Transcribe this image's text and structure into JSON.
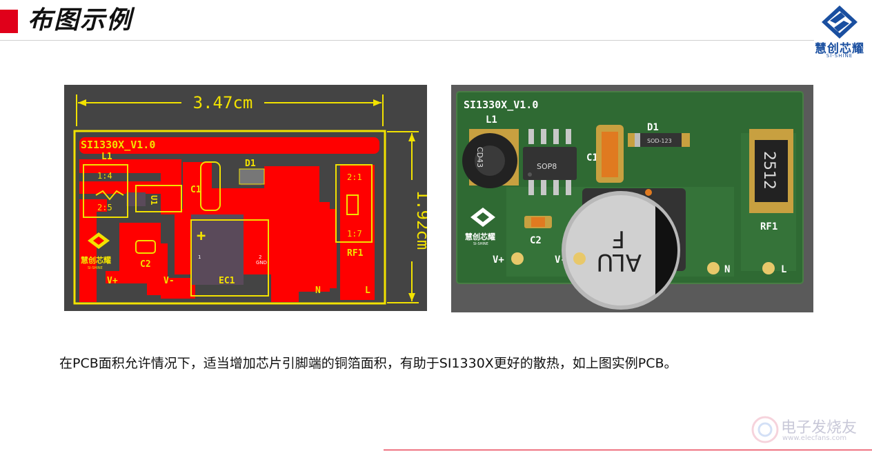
{
  "header": {
    "title": "布图示例",
    "logo_cn": "慧创芯耀",
    "logo_en": "SI-SHINE"
  },
  "layout_panel": {
    "board_name": "SI1330X_V1.0",
    "width_dim": "3.47cm",
    "height_dim": "1.92cm",
    "labels": {
      "L1": "L1",
      "D1": "D1",
      "C1": "C1",
      "C2": "C2",
      "U1": "U1",
      "EC1": "EC1",
      "RF1": "RF1",
      "Vplus": "V+",
      "Vminus": "V-",
      "N": "N",
      "L": "L",
      "L1_p1": "1:4",
      "L1_p2": "2:5",
      "RF1_p1": "2:1",
      "RF1_p2": "1:7",
      "ec1_pin1": "1",
      "ec1_pin2": "2",
      "ec1_gnd": "GND",
      "plus": "+",
      "logo_cn": "慧创芯耀",
      "logo_en": "SI-SHINE"
    }
  },
  "render_panel": {
    "board_name": "SI1330X_V1.0",
    "labels": {
      "L1": "L1",
      "D1": "D1",
      "C1": "C1",
      "C2": "C2",
      "RF1": "RF1",
      "Vplus": "V+",
      "Vminus": "V-",
      "N": "N",
      "L": "L",
      "sop8": "SOP8",
      "sod123": "SOD-123",
      "cd43": "CD43",
      "res_code": "2512",
      "cap_text1": "ALU",
      "cap_text2": "F",
      "logo_cn": "慧创芯耀",
      "logo_en": "SI-SHINE"
    }
  },
  "caption": "在PCB面积允许情况下，适当增加芯片引脚端的铜箔面积，有助于SI1330X更好的散热，如上图实例PCB。",
  "watermark": {
    "name": "电子发烧友",
    "url": "www.elecfans.com"
  },
  "colors": {
    "accent": "#e0001a",
    "brand": "#1a4fa0",
    "pcb_green": "#2f6a33",
    "silk_yellow": "#f2e200",
    "copper_red": "#ff0000"
  }
}
